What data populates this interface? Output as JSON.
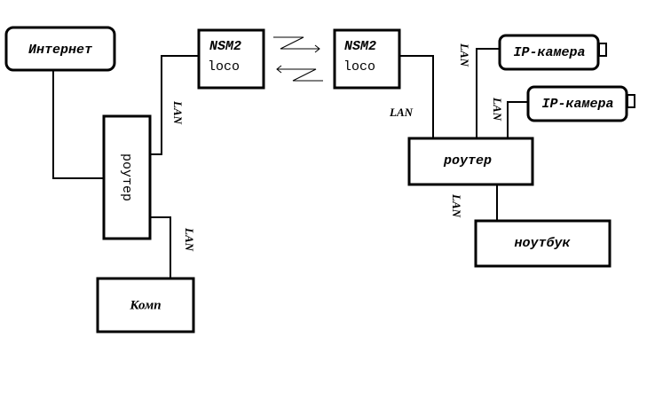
{
  "diagram": {
    "nodes": {
      "internet": "Интернет",
      "router_left": "роутер",
      "comp": "Комп",
      "nsm_left_line1": "NSM2",
      "nsm_left_line2": "loco",
      "nsm_right_line1": "NSM2",
      "nsm_right_line2": "loco",
      "router_right": "роутер",
      "laptop": "ноутбук",
      "camera_1": "IP-камера",
      "camera_2": "IP-камера"
    },
    "links": {
      "router_left_to_nsm": "LAN",
      "router_left_to_comp": "LAN",
      "nsm_right_to_router": "LAN",
      "router_right_to_camera_1": "LAN",
      "router_right_to_camera_2": "LAN",
      "router_right_to_laptop": "LAN"
    },
    "wireless_link": "wireless-bridge-arrows"
  }
}
